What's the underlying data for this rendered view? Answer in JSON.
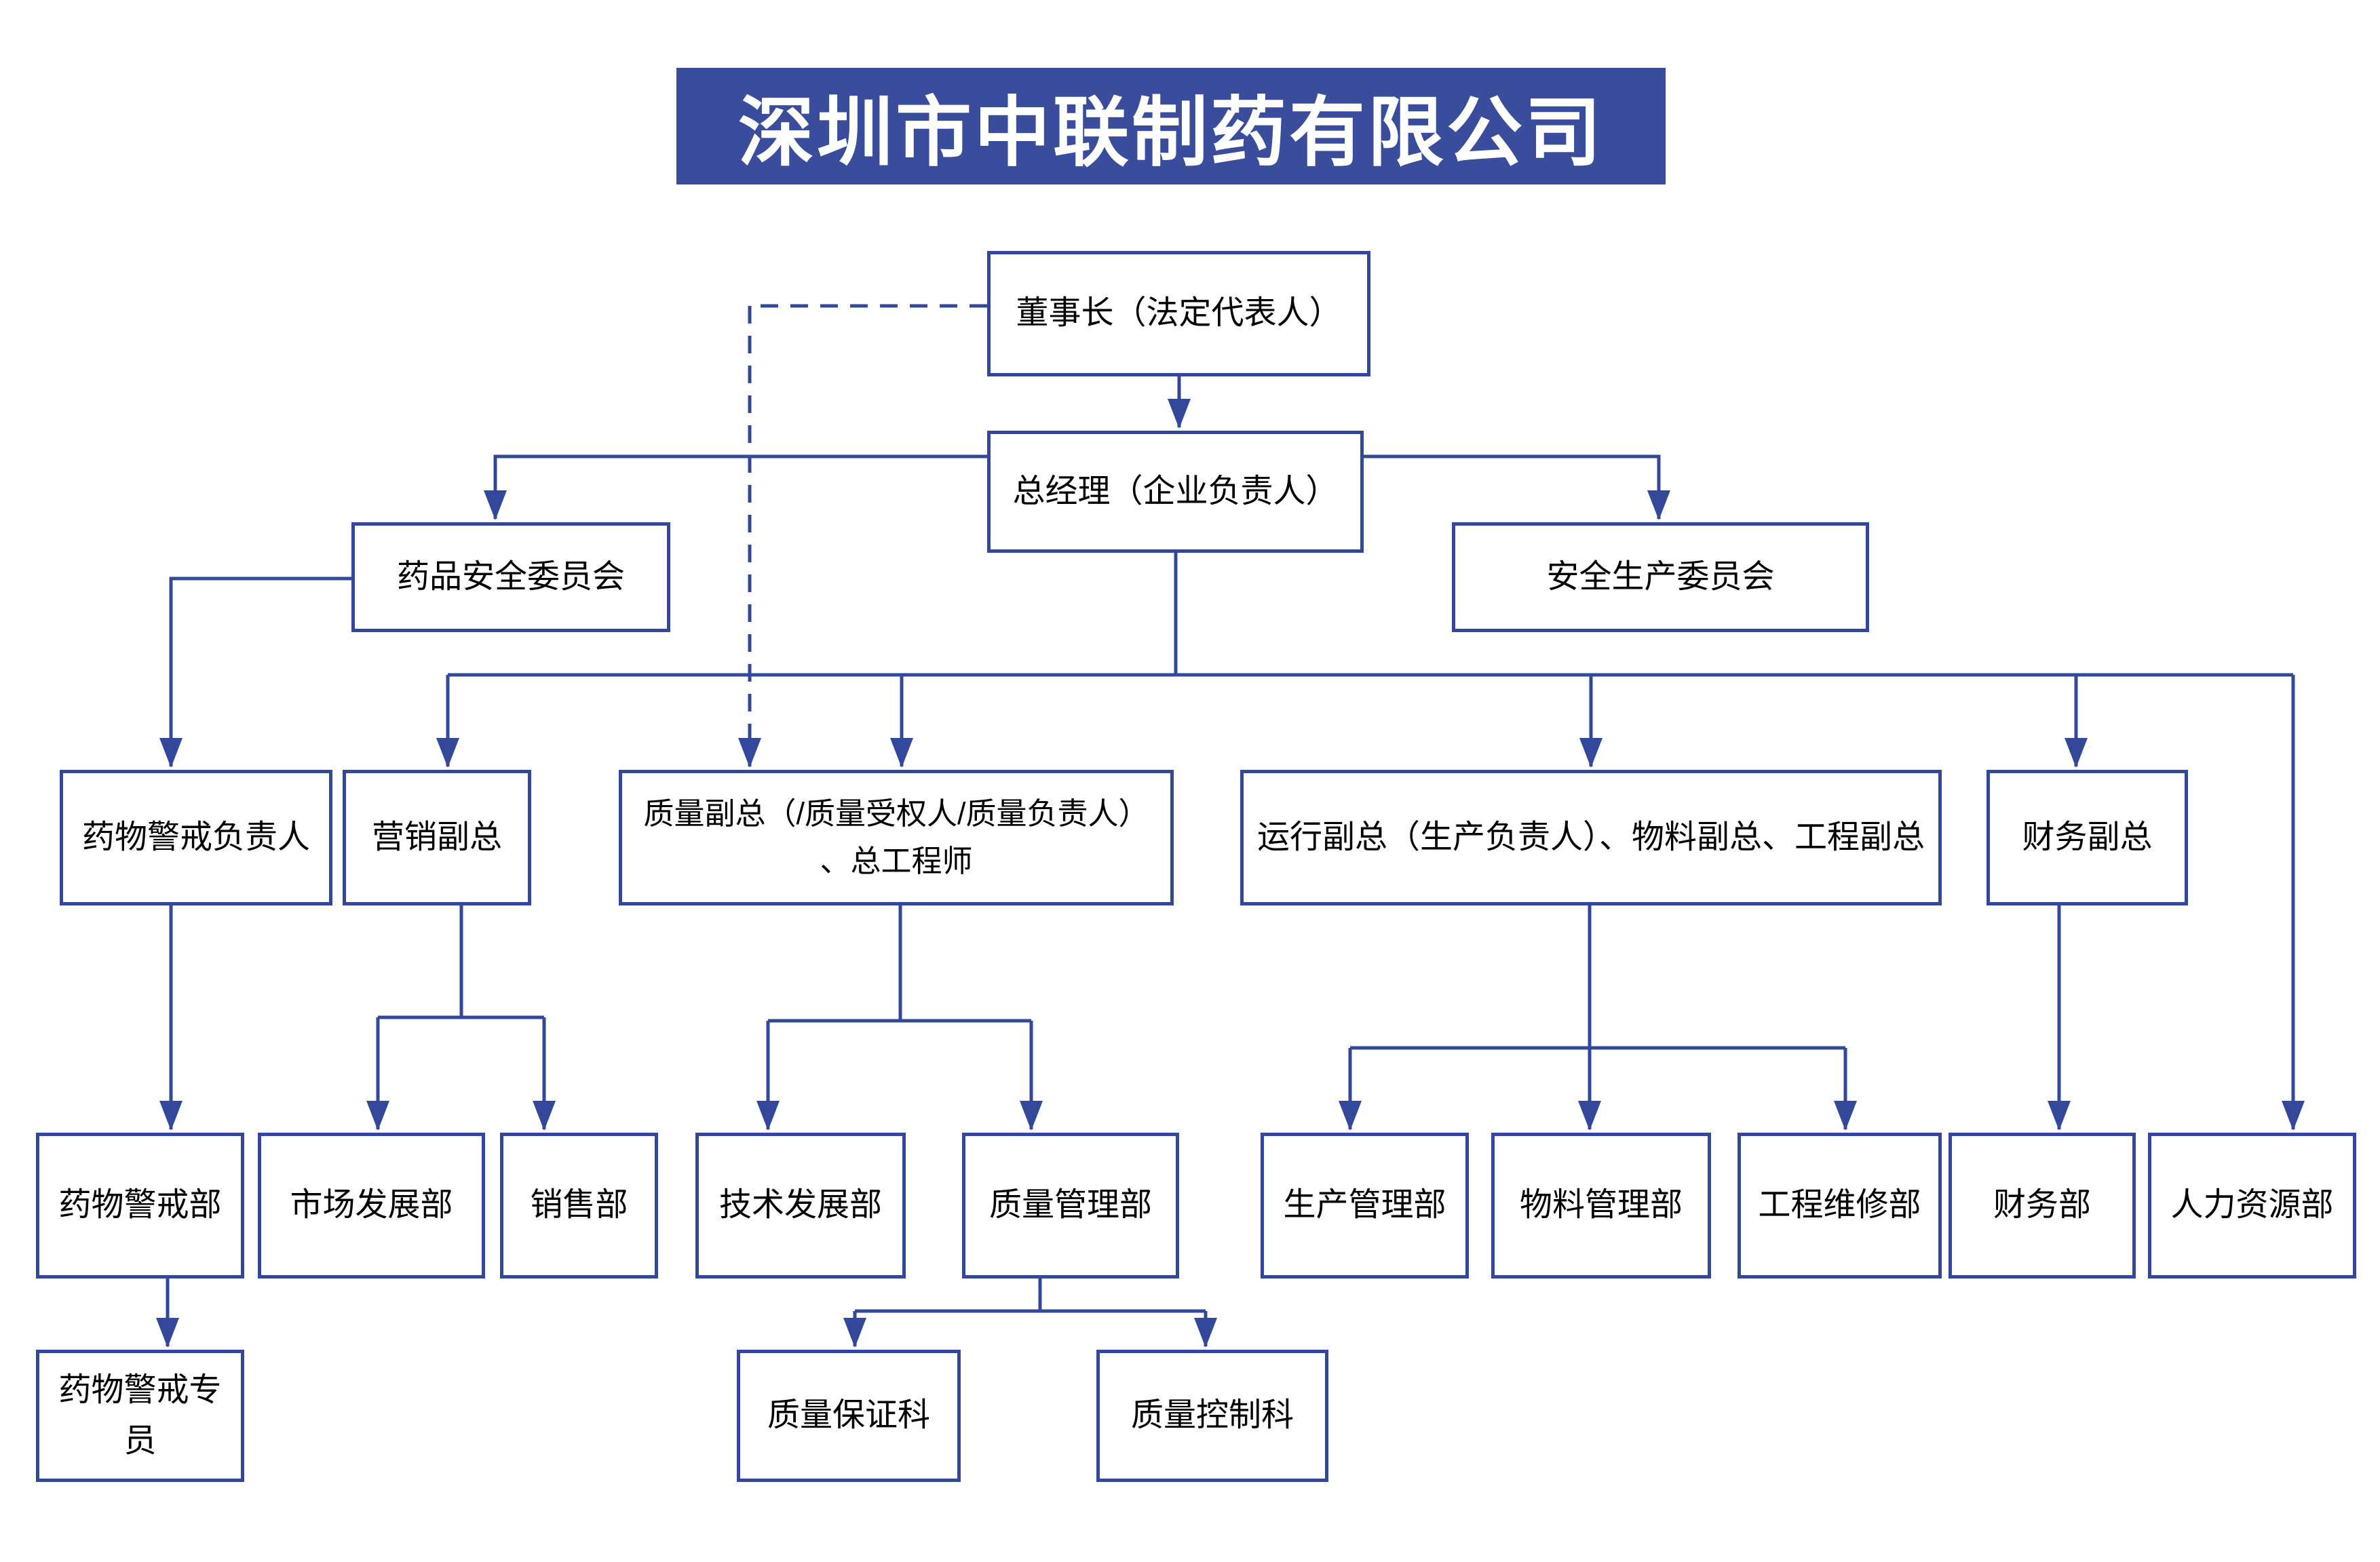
{
  "title": {
    "text": "深圳市中联制药有限公司"
  },
  "colors": {
    "banner_bg": "#3A4C9C",
    "banner_text": "#FFFFFF",
    "line": "#33489B",
    "box_border": "#33489B",
    "box_text": "#000000"
  },
  "nodes": {
    "chairman": {
      "label": "董事长（法定代表人）"
    },
    "general_manager": {
      "label": "总经理（企业负责人）"
    },
    "drug_safety_committee": {
      "label": "药品安全委员会"
    },
    "work_safety_committee": {
      "label": "安全生产委员会"
    },
    "pv_lead": {
      "label": "药物警戒负责人"
    },
    "marketing_vp": {
      "label": "营销副总"
    },
    "quality_vp": {
      "label": "质量副总（/质量受权人/质量负责人）\n、总工程师"
    },
    "operations_vp": {
      "label": "运行副总（生产负责人）、物料副总、工程副总"
    },
    "finance_vp": {
      "label": "财务副总"
    },
    "pv_dept": {
      "label": "药物警戒部"
    },
    "market_dev_dept": {
      "label": "市场发展部"
    },
    "sales_dept": {
      "label": "销售部"
    },
    "tech_dev_dept": {
      "label": "技术发展部"
    },
    "quality_mgmt_dept": {
      "label": "质量管理部"
    },
    "production_mgmt_dept": {
      "label": "生产管理部"
    },
    "material_mgmt_dept": {
      "label": "物料管理部"
    },
    "eng_maint_dept": {
      "label": "工程维修部"
    },
    "finance_dept": {
      "label": "财务部"
    },
    "hr_dept": {
      "label": "人力资源部"
    },
    "pv_specialist": {
      "label": "药物警戒专员"
    },
    "qa_section": {
      "label": "质量保证科"
    },
    "qc_section": {
      "label": "质量控制科"
    }
  },
  "edges": [
    {
      "from": "chairman",
      "to": "general_manager",
      "style": "solid"
    },
    {
      "from": "chairman",
      "to": "quality_vp",
      "style": "dashed"
    },
    {
      "from": "general_manager",
      "to": "drug_safety_committee",
      "style": "solid"
    },
    {
      "from": "general_manager",
      "to": "work_safety_committee",
      "style": "solid"
    },
    {
      "from": "general_manager",
      "to": "marketing_vp",
      "style": "solid"
    },
    {
      "from": "general_manager",
      "to": "quality_vp",
      "style": "solid"
    },
    {
      "from": "general_manager",
      "to": "operations_vp",
      "style": "solid"
    },
    {
      "from": "general_manager",
      "to": "finance_vp",
      "style": "solid"
    },
    {
      "from": "general_manager",
      "to": "hr_dept",
      "style": "solid"
    },
    {
      "from": "drug_safety_committee",
      "to": "pv_lead",
      "style": "solid"
    },
    {
      "from": "pv_lead",
      "to": "pv_dept",
      "style": "solid"
    },
    {
      "from": "marketing_vp",
      "to": "market_dev_dept",
      "style": "solid"
    },
    {
      "from": "marketing_vp",
      "to": "sales_dept",
      "style": "solid"
    },
    {
      "from": "quality_vp",
      "to": "tech_dev_dept",
      "style": "solid"
    },
    {
      "from": "quality_vp",
      "to": "quality_mgmt_dept",
      "style": "solid"
    },
    {
      "from": "operations_vp",
      "to": "production_mgmt_dept",
      "style": "solid"
    },
    {
      "from": "operations_vp",
      "to": "material_mgmt_dept",
      "style": "solid"
    },
    {
      "from": "operations_vp",
      "to": "eng_maint_dept",
      "style": "solid"
    },
    {
      "from": "finance_vp",
      "to": "finance_dept",
      "style": "solid"
    },
    {
      "from": "pv_dept",
      "to": "pv_specialist",
      "style": "solid"
    },
    {
      "from": "quality_mgmt_dept",
      "to": "qa_section",
      "style": "solid"
    },
    {
      "from": "quality_mgmt_dept",
      "to": "qc_section",
      "style": "solid"
    }
  ]
}
